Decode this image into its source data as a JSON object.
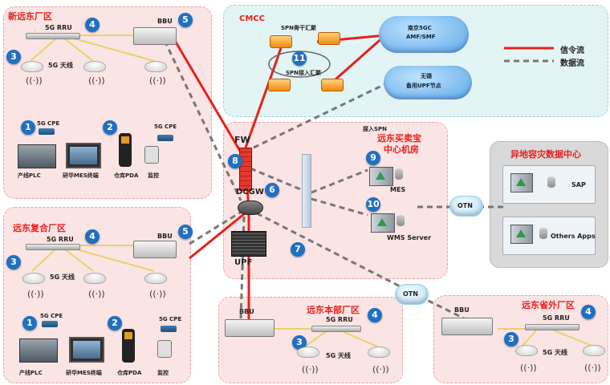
{
  "zones": {
    "xinyuan": {
      "title": "新远东厂区",
      "rru": "5G RRU",
      "bbu": "BBU",
      "antenna": "5G 天线",
      "cpe1": "5G CPE",
      "cpe2": "5G CPE",
      "dev_plc": "产线PLC",
      "dev_mes": "研华MES终端",
      "dev_pda": "仓库PDA",
      "dev_cam": "监控"
    },
    "fuhe": {
      "title": "远东复合厂区",
      "rru": "5G RRU",
      "bbu": "BBU",
      "antenna": "5G 天线",
      "cpe1": "5G CPE",
      "cpe2": "5G CPE",
      "dev_plc": "产线PLC",
      "dev_mes": "研华MES终端",
      "dev_pda": "仓库PDA",
      "dev_cam": "监控"
    },
    "cmcc": {
      "title": "CMCC",
      "spn_core": "SPN骨干汇聚",
      "spn_access": "SPN接入汇聚",
      "cloud_core_l1": "南京5GC",
      "cloud_core_l2": "AMF/SMF",
      "cloud_upf_l1": "无锡",
      "cloud_upf_l2": "备用UPF节点"
    },
    "datacenter": {
      "title_l1": "远东买卖宝",
      "title_l2": "中心机房",
      "spn_label": "接入SPN",
      "fw": "FW",
      "dcgw": "DCGW",
      "upf": "UPF",
      "mes": "MES",
      "wms": "WMS Server"
    },
    "disaster": {
      "title": "异地容灾数据中心",
      "sap": "SAP",
      "others": "Others Apps"
    },
    "benbu": {
      "title": "远东本部厂区",
      "bbu": "BBU",
      "rru": "5G RRU",
      "antenna": "5G 天线"
    },
    "shengwai": {
      "title": "远东省外厂区",
      "bbu": "BBU",
      "rru": "5G RRU",
      "antenna": "5G 天线"
    }
  },
  "otn": {
    "label1": "OTN",
    "label2": "OTN"
  },
  "legend": {
    "signal": "信令流",
    "data": "数据流",
    "signal_color": "#e8201c",
    "data_color": "#777777"
  },
  "badges": {
    "n1": "1",
    "n2": "2",
    "n3": "3",
    "n4": "4",
    "n5": "5",
    "n6": "6",
    "n7": "7",
    "n8": "8",
    "n9": "9",
    "n10": "10",
    "n11": "11"
  }
}
